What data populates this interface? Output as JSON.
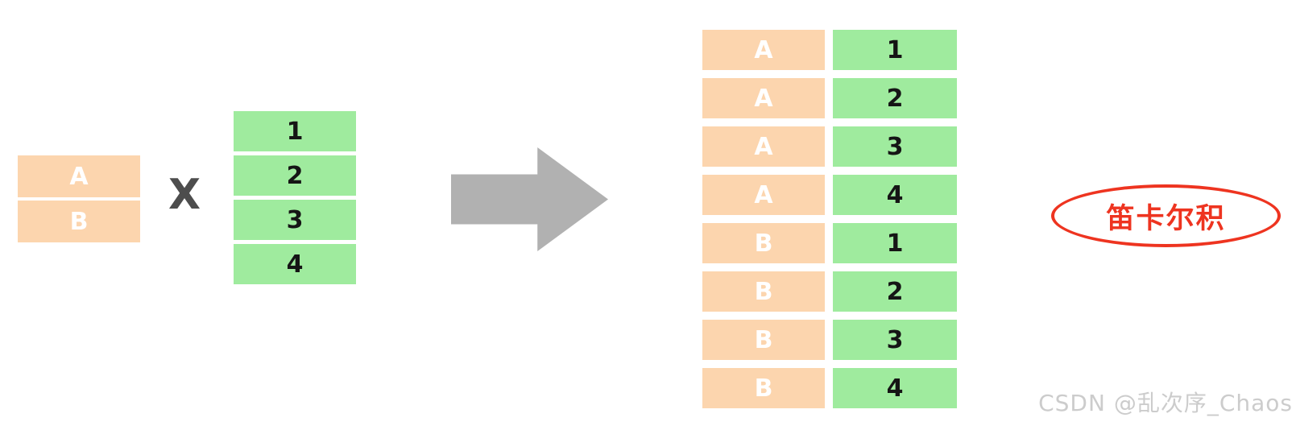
{
  "colors": {
    "cell-orange": "#fcd5ae",
    "cell-green": "#9feb9e",
    "arrow-gray": "#b1b1b1",
    "operator-gray": "#4d4d4d",
    "accent-red": "#ee3420",
    "watermark-gray": "#cccccc"
  },
  "left_table": {
    "rows": [
      "A",
      "B"
    ]
  },
  "operator": "X",
  "values_table": {
    "rows": [
      "1",
      "2",
      "3",
      "4"
    ]
  },
  "result_table": {
    "rows": [
      {
        "key": "A",
        "value": "1"
      },
      {
        "key": "A",
        "value": "2"
      },
      {
        "key": "A",
        "value": "3"
      },
      {
        "key": "A",
        "value": "4"
      },
      {
        "key": "B",
        "value": "1"
      },
      {
        "key": "B",
        "value": "2"
      },
      {
        "key": "B",
        "value": "3"
      },
      {
        "key": "B",
        "value": "4"
      }
    ]
  },
  "annotation": {
    "label": "笛卡尔积"
  },
  "watermark": {
    "text": "CSDN @乱次序_Chaos"
  }
}
